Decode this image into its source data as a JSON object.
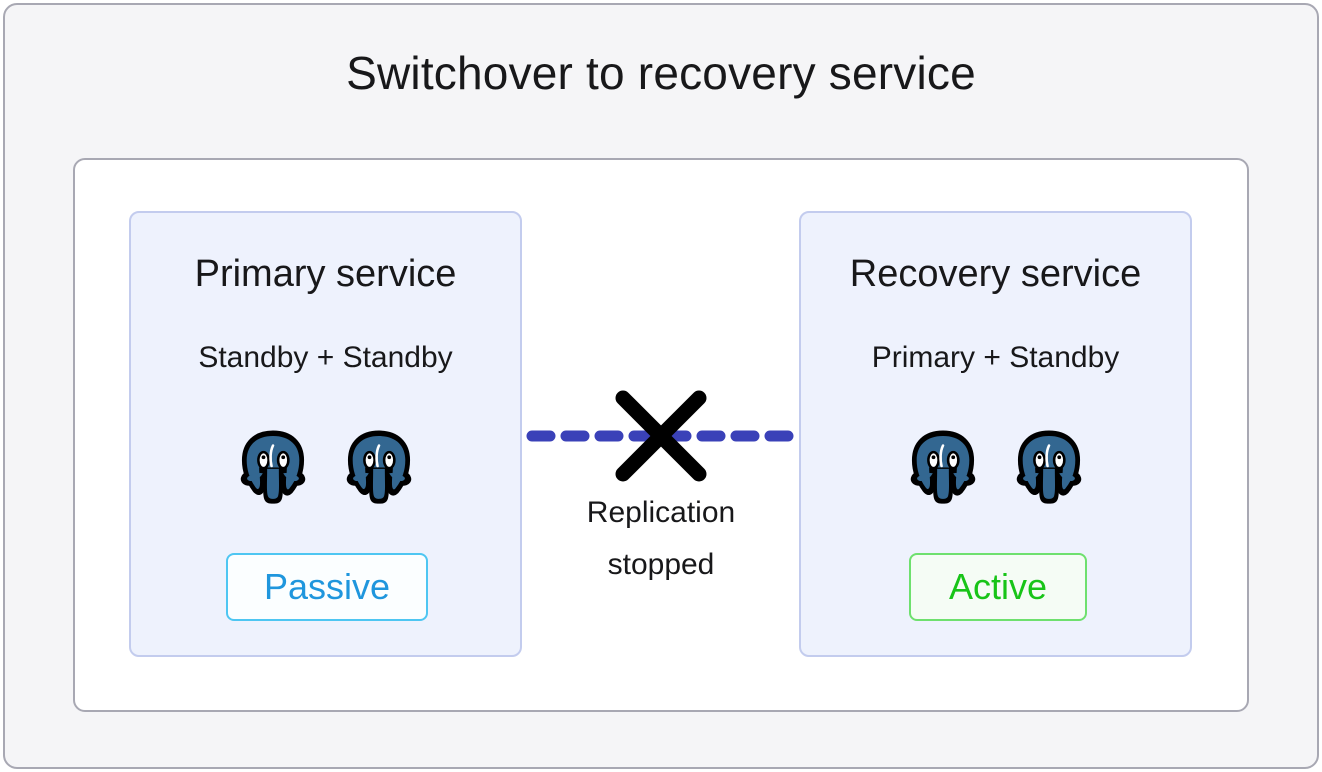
{
  "title": "Switchover to recovery service",
  "panels": [
    {
      "id": "primary",
      "title": "Primary service",
      "subtitle": "Standby + Standby",
      "nodes": [
        "postgresql-elephant-icon",
        "postgresql-elephant-icon"
      ],
      "badge": {
        "label": "Passive",
        "text_color": "#1f96dd",
        "border_color": "#4ec6f2",
        "background_color": "#fbfeff"
      }
    },
    {
      "id": "recovery",
      "title": "Recovery service",
      "subtitle": "Primary + Standby",
      "nodes": [
        "postgresql-elephant-icon",
        "postgresql-elephant-icon"
      ],
      "badge": {
        "label": "Active",
        "text_color": "#18c418",
        "border_color": "#6ee06e",
        "background_color": "#f5fcf5"
      }
    }
  ],
  "connector": {
    "caption": "Replication\nstopped",
    "line_style": "dashed",
    "line_color": "#3a41b8",
    "state_icon": "cross-icon",
    "state_icon_color": "#000000"
  },
  "colors": {
    "page_background": "#f5f5f7",
    "card_background": "#ffffff",
    "frame_border": "#a8a8b3",
    "panel_background": "#eef2fd",
    "panel_border": "#c3ccee",
    "text": "#18181a",
    "postgres_blue": "#336791"
  }
}
